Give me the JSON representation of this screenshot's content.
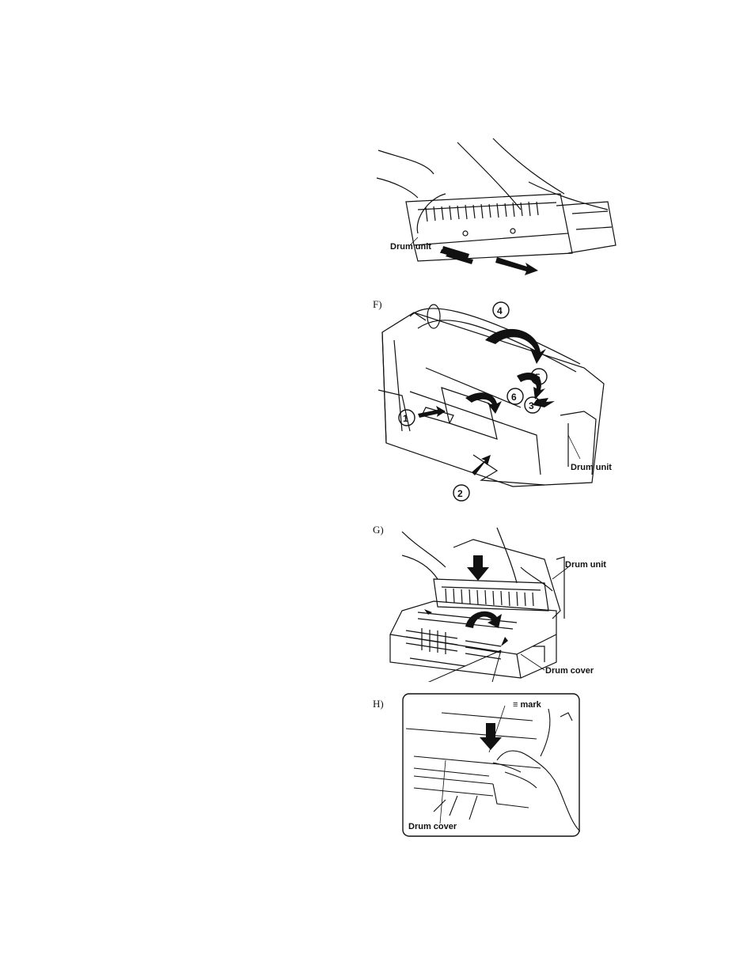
{
  "figures": [
    {
      "id": "E",
      "step": "",
      "labels": {
        "drum_unit": "Drum unit"
      }
    },
    {
      "id": "F",
      "step": "F)",
      "labels": {
        "drum_unit": "Drum unit"
      },
      "callouts": [
        "①",
        "②",
        "③",
        "④",
        "⑤",
        "⑥"
      ]
    },
    {
      "id": "G",
      "step": "G)",
      "labels": {
        "drum_unit": "Drum unit",
        "drum_cover": "Drum cover"
      }
    },
    {
      "id": "H",
      "step": "H)",
      "labels": {
        "mark": "≡ mark",
        "drum_cover": "Drum cover"
      }
    }
  ]
}
